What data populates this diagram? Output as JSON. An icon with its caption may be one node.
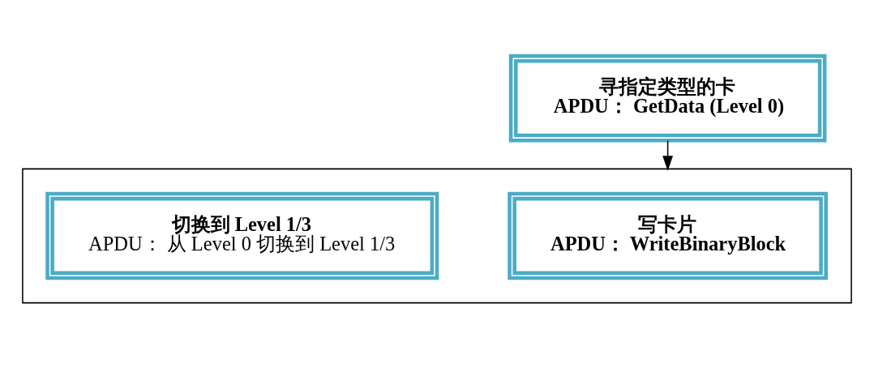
{
  "diagram": {
    "nodes": [
      {
        "text": [
          "寻指定类型的卡",
          "APDU： GetData (Level 0)"
        ]
      },
      {
        "text": [],
        "shape": "box"
      },
      {
        "text": [
          "写卡片",
          "APDU： WriteBinaryBlock"
        ],
        "in": 1
      },
      {
        "text": [
          "切换到 Level 1/3",
          "APDU： 从 Level 0 切换到 Level 1/3"
        ],
        "in": 1
      }
    ],
    "edges": [
      {
        "from": 0,
        "to": 1,
        "arrow": "to"
      }
    ]
  }
}
